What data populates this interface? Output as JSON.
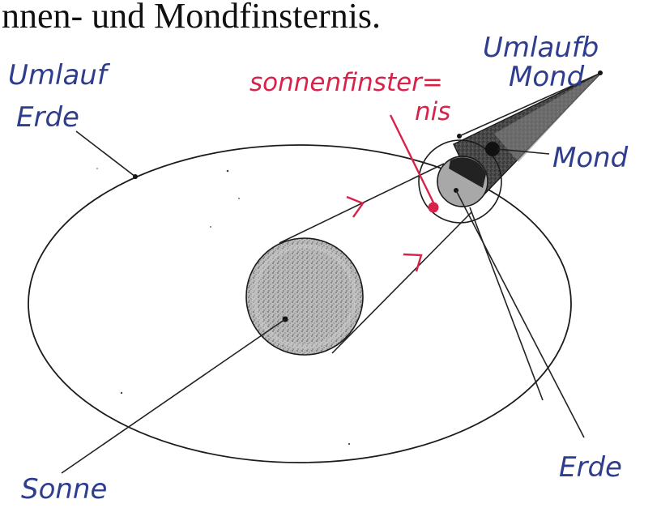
{
  "header": {
    "text": "nnen- und Mondfinsternis."
  },
  "labels": {
    "orbit_earth_line1": "Umlauf",
    "orbit_earth_line2": "Erde",
    "solar_eclipse_line1": "sonnenfinster=",
    "solar_eclipse_line2": "nis",
    "orbit_moon_line1": "Umlaufb",
    "orbit_moon_line2": "Mond",
    "moon": "Mond",
    "sun": "Sonne",
    "earth": "Erde"
  },
  "colors": {
    "handwriting_blue": "#2f3d8f",
    "handwriting_red": "#d8224a",
    "ink": "#222222"
  }
}
